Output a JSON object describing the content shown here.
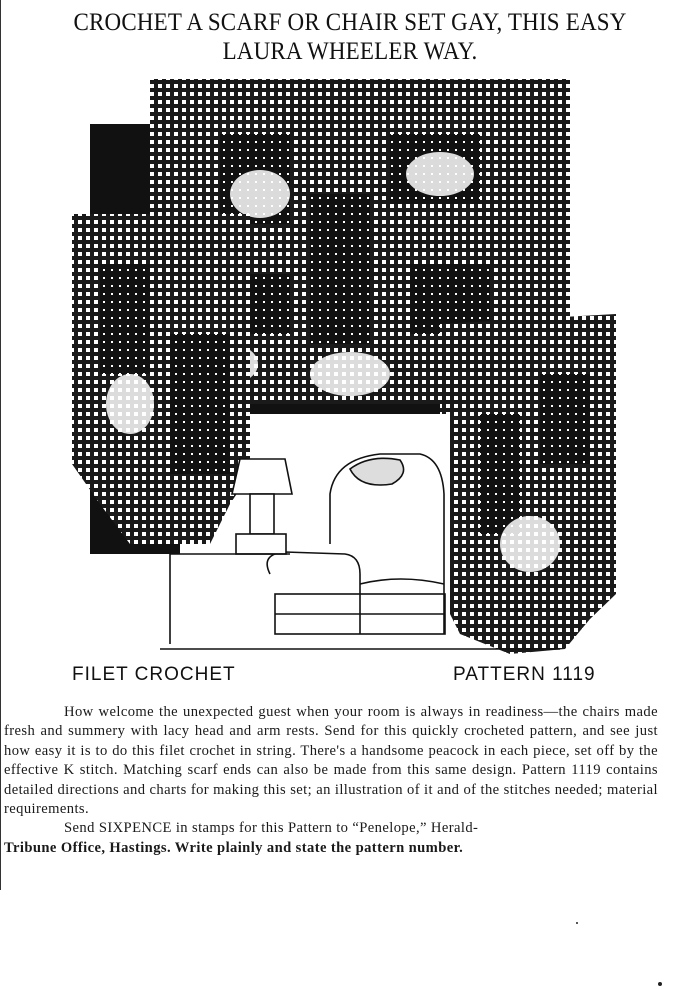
{
  "headline": "CROCHET A SCARF OR CHAIR SET GAY, THIS EASY LAURA WHEELER WAY.",
  "caption": {
    "left": "FILET CROCHET",
    "right": "PATTERN 1119"
  },
  "body": {
    "paragraph1": "How welcome the unexpected guest when your room is always in readiness—the chairs made fresh and summery with lacy head and arm rests. Send for this quickly crocheted pattern, and see just how easy it is to do this filet crochet in string. There's a handsome peacock in each piece, set off by the effective K stitch. Matching scarf ends can also be made from this same design. Pattern 1119 contains detailed directions and charts for making this set; an illustration of it and of the stitches needed; material requirements.",
    "paragraph2_a": "Send SIXPENCE in stamps for this Pattern to “Penelope,” Herald-",
    "paragraph2_b": "Tribune Office, Hastings. Write plainly and state the pattern number."
  }
}
